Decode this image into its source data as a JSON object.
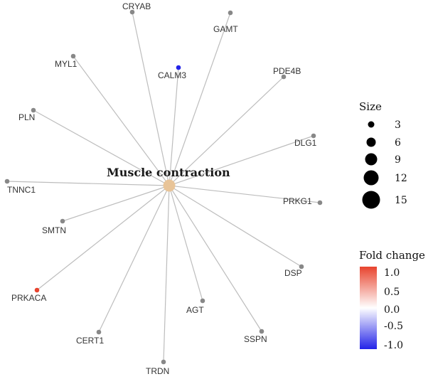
{
  "network": {
    "center": {
      "label": "Muscle contraction",
      "color": "#e8c498"
    },
    "edge_color": "#bdbdbd",
    "genes": [
      {
        "label": "CRYAB",
        "fold_change": 0.0
      },
      {
        "label": "GAMT",
        "fold_change": 0.0
      },
      {
        "label": "MYL1",
        "fold_change": 0.0
      },
      {
        "label": "CALM3",
        "fold_change": -1.0
      },
      {
        "label": "PDE4B",
        "fold_change": 0.0
      },
      {
        "label": "PLN",
        "fold_change": 0.0
      },
      {
        "label": "DLG1",
        "fold_change": 0.0
      },
      {
        "label": "TNNC1",
        "fold_change": 0.0
      },
      {
        "label": "PRKG1",
        "fold_change": 0.0
      },
      {
        "label": "SMTN",
        "fold_change": 0.0
      },
      {
        "label": "DSP",
        "fold_change": 0.0
      },
      {
        "label": "PRKACA",
        "fold_change": 1.0
      },
      {
        "label": "AGT",
        "fold_change": 0.0
      },
      {
        "label": "SSPN",
        "fold_change": 0.0
      },
      {
        "label": "CERT1",
        "fold_change": 0.0
      },
      {
        "label": "TRDN",
        "fold_change": 0.0
      }
    ],
    "neutral_node_color": "#888888"
  },
  "legend": {
    "size": {
      "title": "Size",
      "entries": [
        "3",
        "6",
        "9",
        "12",
        "15"
      ]
    },
    "fold_change": {
      "title": "Fold change",
      "ticks": [
        "1.0",
        "0.5",
        "0.0",
        "-0.5",
        "-1.0"
      ],
      "color_high": "#e8442e",
      "color_mid": "#ffffff",
      "color_low": "#2323e8"
    }
  }
}
